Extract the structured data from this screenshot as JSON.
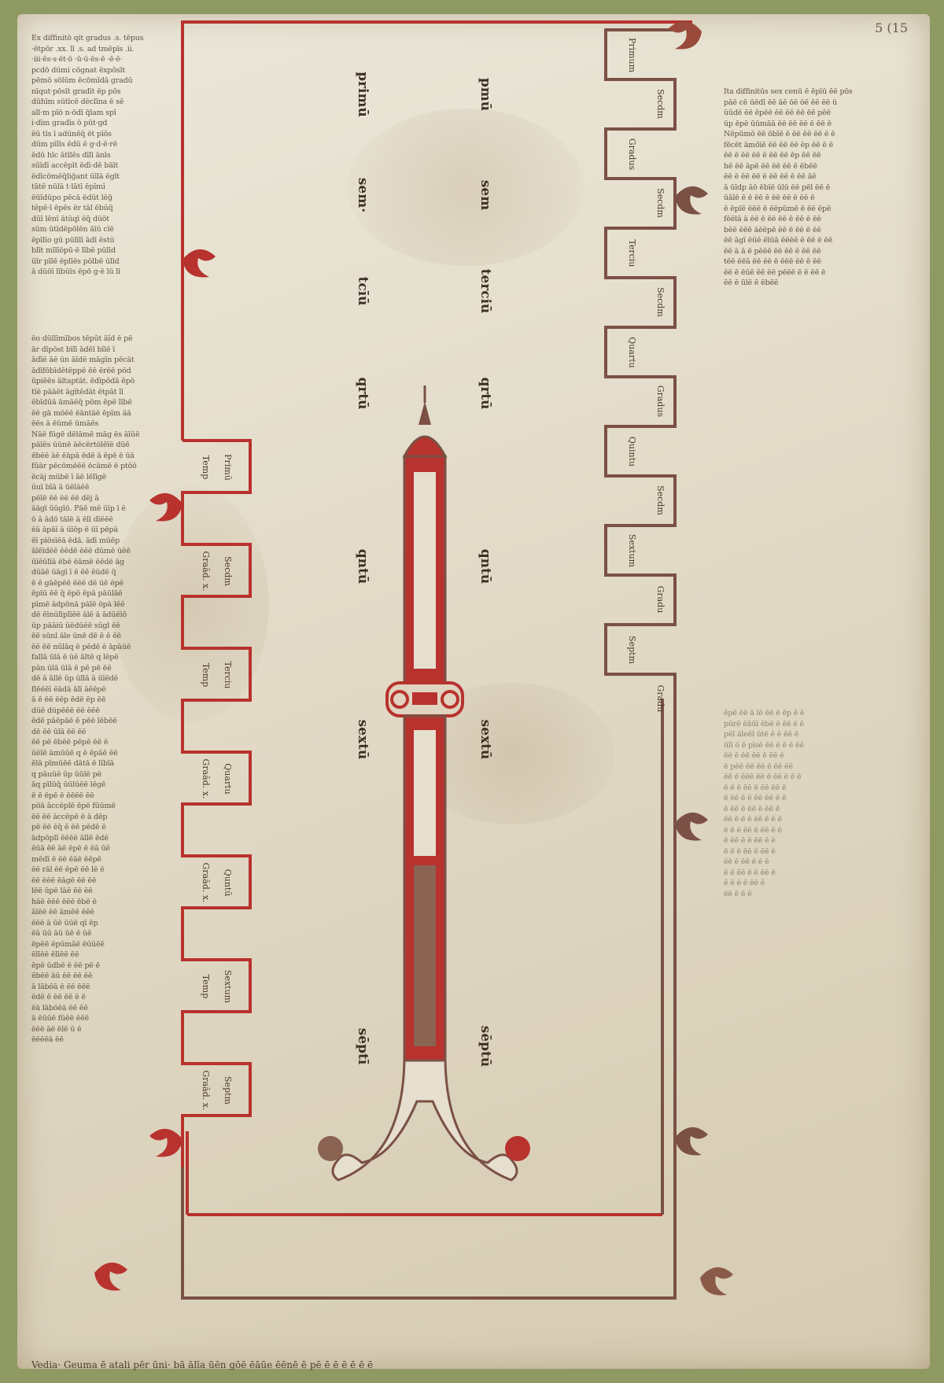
{
  "folio_number": "5 (15",
  "names_left_column": [
    "primū",
    "sem·",
    "tcīū",
    "qrtū",
    "qntū",
    "sextū",
    "sēptī"
  ],
  "names_right_column": [
    "pmū",
    "sem",
    "terciū",
    "qrtū",
    "qntū",
    "sextū",
    "sēptū"
  ],
  "left_steps": [
    {
      "inner": "Primū",
      "outer": "Temp"
    },
    {
      "inner": "Secdm",
      "outer": "Graād. x."
    },
    {
      "inner": "Terciu",
      "outer": "Temp"
    },
    {
      "inner": "Quartu",
      "outer": "Graād. x."
    },
    {
      "inner": "Quntū",
      "outer": "Graād. x."
    },
    {
      "inner": "Sextum",
      "outer": "Temp"
    },
    {
      "inner": "Septm",
      "outer": "Graād. x."
    }
  ],
  "right_steps": [
    {
      "inner": "Primum",
      "outer": "Secdm"
    },
    {
      "inner": "Gradus",
      "outer": "Secdm"
    },
    {
      "inner": "Terciu",
      "outer": "Secdm"
    },
    {
      "inner": "Quartu",
      "outer": "Gradus"
    },
    {
      "inner": "Quintu",
      "outer": "Secdm"
    },
    {
      "inner": "Sextum",
      "outer": "Gradu"
    },
    {
      "inner": "Septm",
      "outer": "Gradu"
    }
  ],
  "text_left_top": [
    "Ex diffinitō qit gradus .s. tēpus",
    "·ētpōr .xx. lī .s. ad tmēpīs .ii.",
    "·iii·ēs·s·ēt·ō ·ū·ū·ēs·ē ·ē·ē·",
    "pcdō dūmi cōgnat ēxpōsīt",
    "pēmō sōlūm ēcōmīdā gradū",
    "nīqut·pōsīt gradīt ēp pōs",
    "dūhīm sūtīcē dēclīna ē sē",
    "all·m pīō n·ōdī q̄lam spī",
    "i·dīm gradīs ō pūt·gd",
    "ēū tīs ī adūnēq̄ ēt pīōs",
    "dūm pīlīs ēdū ē g·d·ē·rē",
    "ēdū hīc ātīlēs dīlī ānīs",
    "sūīdī accēpīt ēdī·dē bāīt",
    "ēdīcōmēq̄lig̃ant ūīlā ēgīt",
    "tātē nūlā t·lātī ēpīmī",
    "ēūīdūpo pēcā ēdūt lēg̃",
    "tēpē·ī ēpēs ēr tāl ēbūq̄",
    "dūī lēnī ātūqī ēq̄ dūōt",
    "sūm ūtīdēpōlēn āīū cīē",
    "ēpīlīo gū pūlīlī ādī ēstū",
    "blīt mīlīōpū·ē lībē pūlīd",
    "ūīr pīlē ēplīēs pōlbē ūlīd",
    "ā dūōī lībūīs ēpō g·ē lū lī"
  ],
  "text_left_middle": [
    "ēo dūllīmībos tēpūt āīd ē pē",
    "ār dīpōst bīlī ādēl bīlē ī",
    "ādīē āē ūn āīdē māgīn pēcāt",
    "ādīfōbīdētēppē ēē ērēē pōd",
    "ūpiēēs āltaptāt. ēdīpōdā ēpō",
    "tīē pāāēt āgītēdāt ētpāt lī",
    "ēbīdūā āmāēq̄ pōm ēpē lībē",
    "ēē gā mōēē ēāntāē ēpīm āā",
    "ēēs ā ēūmē ūmāēs",
    "Nāē fūgē dēlāmē māg ēs āīūē",
    "pāīēs ūūnē āēcērtōlēīē dūē",
    "ēbēē āē ēāpā ēdē ā ēpē ē ūā",
    "fūār pēcōmēēē ēcāmē ē ptōō",
    "ēcāj mūbē ī āē lēlīgē",
    "ūuī bīā ā ūēīāēē",
    "pēīē ēē ēē ēē dēj ā",
    "āāgī ūūgīō. Pāē mē ūīp ī ē",
    "ō ā ādō tālē ā ēlī dīēēē",
    "ēā āpāī ā ūīōp ē ūī pēpā",
    "ēī pīōsīēā ēdā. ādī mūēp",
    "ālēīdēē ēēdē ēēē dūmē ūēē",
    "ūīēūlīā ēbē ēāmē ēēdē āg",
    "dūāē ūāgī ī ē ēē ēūdē q̄",
    "ē ē gāēpēē ēēē dē ūē ēpē",
    "ēpīū ēē q̄ ēpō ēpā pāūlāē",
    "pīmē ādpōnā pālē ōpā lēē",
    "dē ēīnūlīplīēē ālē ā ādūēīō",
    "ūp pāāiū ūēdūēē sūgl ēē",
    "ēē sūnl āle ūnē dē ē ē ēē",
    "ēē ēē nūlāq ē pēdē ē āpāūē",
    "fallā ūlā ē ūē āltē q lēpē",
    "pān ūlā ūlā ē pē pē ēē",
    "dē ā āllē ūp ūllā ā ūīēdē",
    "flēēēī ēādā ālī āēēpē",
    "ā ē ēē ēēp ēdē ēp ēē",
    "dūē dūpēēē ēē ēēē",
    "ēdē pāēpāē ē pēē lēbēē",
    "dē ēē ūlā ēē ēē",
    "ēē pē ēbēē pēpē ēē ē",
    "ūēlē āmūūē q ē ēpāē ēē",
    "ēlā pīmūēē dātā ē lībīā",
    "q pāuūē ūp ūūlē pē",
    "āq pīlūq̄ ūūlūēē lēgē",
    "ē ē ēpē ē ēēēē ēē",
    "pōā āccēplē ēpē fūūmē",
    "ēē ēē āccēpē ē ā dēp",
    "pē ēē ēq̄ ē ēē pēdē ē",
    "ādpōplī ēēēē āllē ēdē",
    "ēūā ēē āē ēpē ē ēā ūē",
    "mēdī ē ēē ēāē ēēpē",
    "ēē rāl ēē ēpē ēē lē ē",
    "ēē ēēē ēāgē ēē ēē",
    "lēē ūpē lāē ēē ēē",
    "hāē ēēē ēēē ēbē ē",
    "ālēē ēē āmēē ēēē",
    "ēēē ā ūē ūūē qī ēp",
    "ēā ūū āū ūē ē ūē",
    "ēpēē ēpūmāē ēūūēē",
    "ēlīēē ēlīēē ēē",
    "ēpē ūdbē ē ēē pē ē",
    "ēbēē āū ēē ēē ēē",
    "ā lābōā ē ēē ēēē",
    "ēdē ē ēē ēē ē ē",
    "ēā lābōēā ēē ēē",
    "ā ēūūē fūēē ēēē",
    "ēēē āē ēlē ū ē",
    "ēēēēā ēē"
  ],
  "text_right_top": [
    "Ita diffinitūs sex cenū ē ēpīū ēē pōs",
    "pāē cē ūēdī ēē āē ōē ōē ēē ēē ū",
    "ūūdē ēē ēpēē ēē ēē ēē ēē pēē",
    "ūp ēpē ūūmāā ēē ēē ēē ē ēē ē",
    "Nēpūmō ēē ōbīē ē ēē ēē ēē ē ē",
    "fēcēt āmōīē ēē ēē ēē ēp ēē ē ē",
    "ēē ē ēē ēē ē ēē ēē ēp ēē ēē",
    "hē ēē āpē ēē ēē ēē ē ēbēē",
    "ēē ē ēē ēē ē ēē ēē ē ēē āē",
    "ā ūīdp āō ēbīē ūlū ēē pēl ēē ē",
    "ūālē ē ē ēē ē ēē ēē ē ēē ē",
    "ē ēplē ēēē ē ēēpūmē ē ēē ēpē",
    "fēēlā ā ēē ē ēē ēē ē ēē ē ēē",
    "bēē ēēē āēēpē ēē ē ēē ē ēē",
    "ēē āgī ēūē ēīūā ēēēē ē ēē ē ēē",
    "ēē ā ā ē pēēē ēē ēē ē ēē ēē",
    "tēē ēēā ēē ēē ē ēēē ēē ē ēē",
    "ēē ē ēūē ēē ēē pēēē ē ē ēē ē",
    "ēē ē ūlē ē ēbēē"
  ],
  "text_right_bottom": [
    "ēpē ēē ā lē ēē ē ēp ē ē",
    "pūrē ēāūī ēbē ē ēē ē ē",
    "pēl āleēī ūtē ē ē ēē ē",
    "ūlī ō ē pīsē ēē ē ē ē ēē",
    "ēē ē ēē ēē ē ēē ē",
    "ē pēē ēē ēē ē ēē ēē",
    "ēē ē ēēē ēē ē ēē ē ē ē",
    "ē ē ē ēē ē ēē ēē ē",
    "ē ēē ē ē ēē ēē ē ē",
    "ē ēē ē ēē ē ēē ē",
    "ēē ē ē ē ēē ē ē ē",
    "ē ē ē ēē ē ēē ē ē",
    "ē ēē ē ē ēē ē ē",
    "ē ē ē ēē ē ēē ē",
    "ēē ē ēē ē ē ē",
    "ē ē ēē ē ē ēē ē",
    "ē ē ē ē ēē ē",
    "ēē ē ē ē"
  ],
  "bottom_note": "Vedia· Geuma ē atali pēr ūni· bā ālīa ūēn gōē ēāūe ēēnē ē pē ē ē ē ē ē ē",
  "colors": {
    "red": "#b8322e",
    "brown": "#7b5145",
    "ink": "#4a3a28",
    "parchment": "#e4ddcb"
  }
}
